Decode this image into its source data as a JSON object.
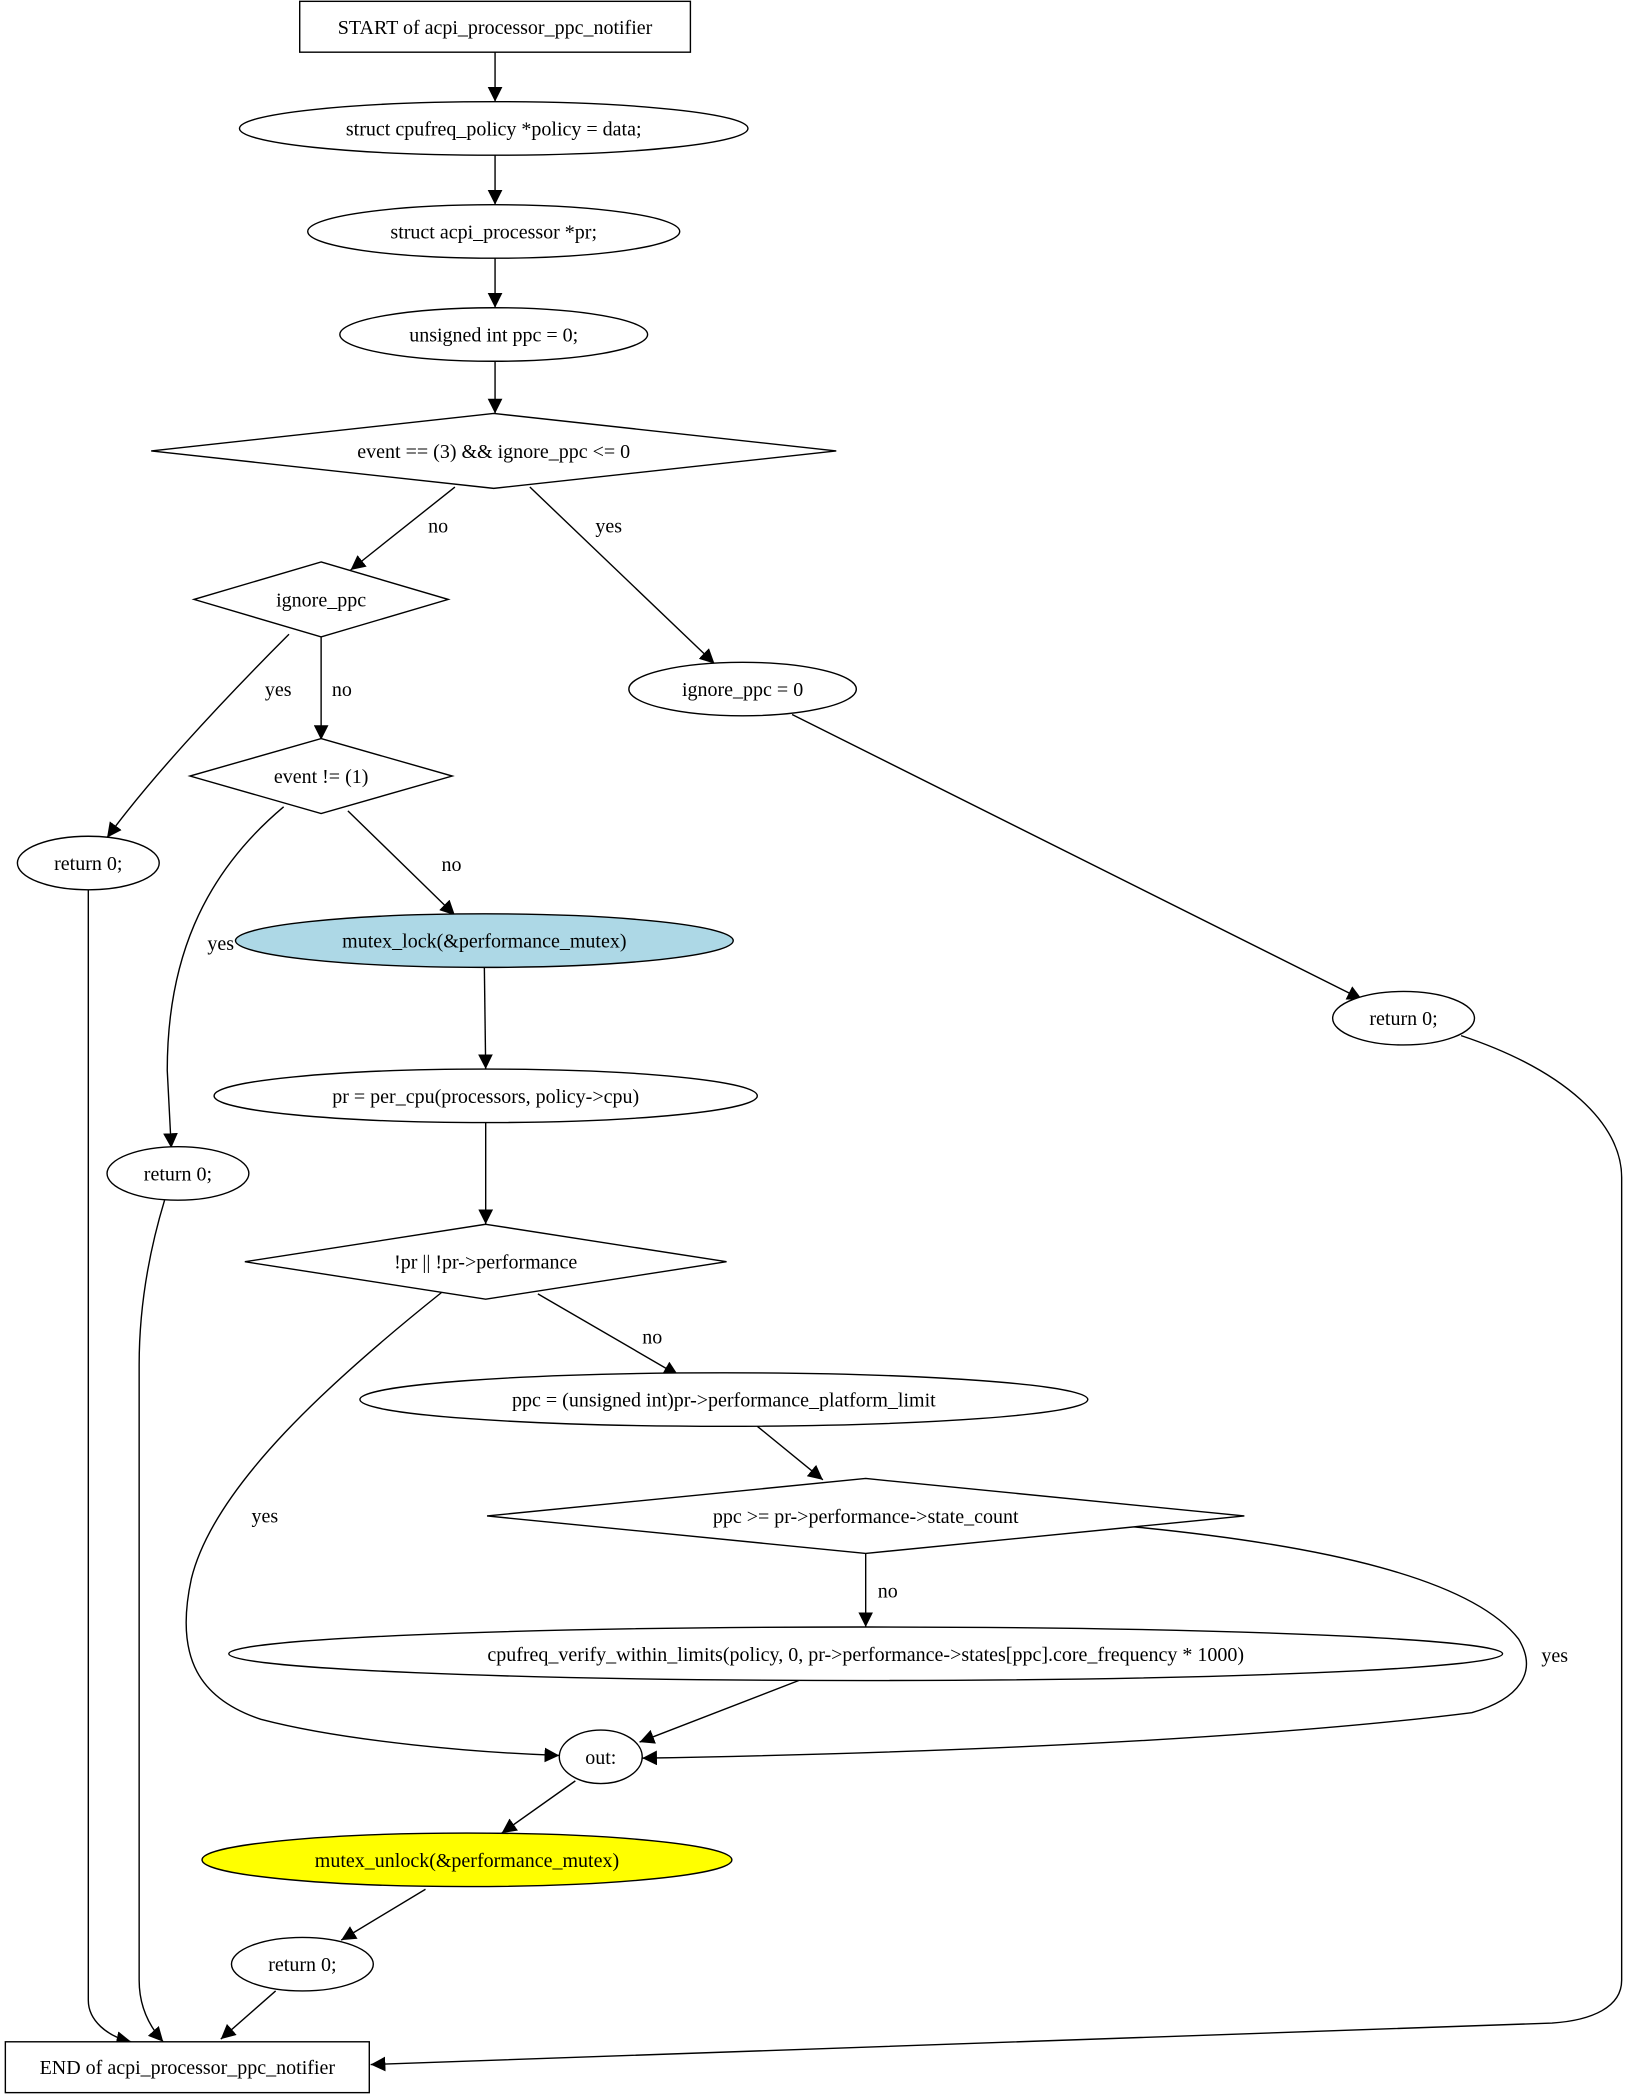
{
  "diagram": {
    "function_name": "acpi_processor_ppc_notifier",
    "colors": {
      "lock_fill": "#add8e6",
      "unlock_fill": "#ffff00",
      "default_fill": "#ffffff",
      "stroke": "#000000"
    },
    "nodes": [
      {
        "id": "start",
        "shape": "box",
        "label": "START of acpi_processor_ppc_notifier"
      },
      {
        "id": "n1",
        "shape": "ellipse",
        "label": "struct cpufreq_policy *policy = data;"
      },
      {
        "id": "n2",
        "shape": "ellipse",
        "label": "struct acpi_processor *pr;"
      },
      {
        "id": "n3",
        "shape": "ellipse",
        "label": "unsigned int ppc = 0;"
      },
      {
        "id": "d1",
        "shape": "diamond",
        "label": "event == (3) && ignore_ppc <= 0"
      },
      {
        "id": "d2",
        "shape": "diamond",
        "label": "ignore_ppc"
      },
      {
        "id": "n4",
        "shape": "ellipse",
        "label": "ignore_ppc = 0"
      },
      {
        "id": "d3",
        "shape": "diamond",
        "label": "event != (1)"
      },
      {
        "id": "r1",
        "shape": "ellipse",
        "label": "return 0;"
      },
      {
        "id": "lock",
        "shape": "ellipse",
        "label": "mutex_lock(&performance_mutex)",
        "fill": "lock_fill"
      },
      {
        "id": "r2",
        "shape": "ellipse",
        "label": "return 0;"
      },
      {
        "id": "n5",
        "shape": "ellipse",
        "label": "pr = per_cpu(processors, policy->cpu)"
      },
      {
        "id": "r3",
        "shape": "ellipse",
        "label": "return 0;"
      },
      {
        "id": "d4",
        "shape": "diamond",
        "label": "!pr || !pr->performance"
      },
      {
        "id": "n6",
        "shape": "ellipse",
        "label": "ppc = (unsigned int)pr->performance_platform_limit"
      },
      {
        "id": "d5",
        "shape": "diamond",
        "label": "ppc >= pr->performance->state_count"
      },
      {
        "id": "n7",
        "shape": "ellipse",
        "label": "cpufreq_verify_within_limits(policy, 0, pr->performance->states[ppc].core_frequency * 1000)"
      },
      {
        "id": "out",
        "shape": "ellipse",
        "label": "out:"
      },
      {
        "id": "unlock",
        "shape": "ellipse",
        "label": "mutex_unlock(&performance_mutex)",
        "fill": "unlock_fill"
      },
      {
        "id": "r4",
        "shape": "ellipse",
        "label": "return 0;"
      },
      {
        "id": "end",
        "shape": "box",
        "label": "END of acpi_processor_ppc_notifier"
      }
    ],
    "edges": [
      {
        "from": "start",
        "to": "n1",
        "label": ""
      },
      {
        "from": "n1",
        "to": "n2",
        "label": ""
      },
      {
        "from": "n2",
        "to": "n3",
        "label": ""
      },
      {
        "from": "n3",
        "to": "d1",
        "label": ""
      },
      {
        "from": "d1",
        "to": "d2",
        "label": "no"
      },
      {
        "from": "d1",
        "to": "n4",
        "label": "yes"
      },
      {
        "from": "d2",
        "to": "r1",
        "label": "yes"
      },
      {
        "from": "d2",
        "to": "d3",
        "label": "no"
      },
      {
        "from": "n4",
        "to": "r3",
        "label": ""
      },
      {
        "from": "d3",
        "to": "lock",
        "label": "no"
      },
      {
        "from": "d3",
        "to": "r2",
        "label": "yes"
      },
      {
        "from": "r1",
        "to": "end",
        "label": ""
      },
      {
        "from": "lock",
        "to": "n5",
        "label": ""
      },
      {
        "from": "n5",
        "to": "d4",
        "label": ""
      },
      {
        "from": "r3",
        "to": "end",
        "label": ""
      },
      {
        "from": "r2",
        "to": "end",
        "label": ""
      },
      {
        "from": "d4",
        "to": "n6",
        "label": "no"
      },
      {
        "from": "d4",
        "to": "out",
        "label": "yes"
      },
      {
        "from": "n6",
        "to": "d5",
        "label": ""
      },
      {
        "from": "d5",
        "to": "n7",
        "label": "no"
      },
      {
        "from": "d5",
        "to": "out",
        "label": "yes"
      },
      {
        "from": "n7",
        "to": "out",
        "label": ""
      },
      {
        "from": "out",
        "to": "unlock",
        "label": ""
      },
      {
        "from": "unlock",
        "to": "r4",
        "label": ""
      },
      {
        "from": "r4",
        "to": "end",
        "label": ""
      }
    ]
  }
}
